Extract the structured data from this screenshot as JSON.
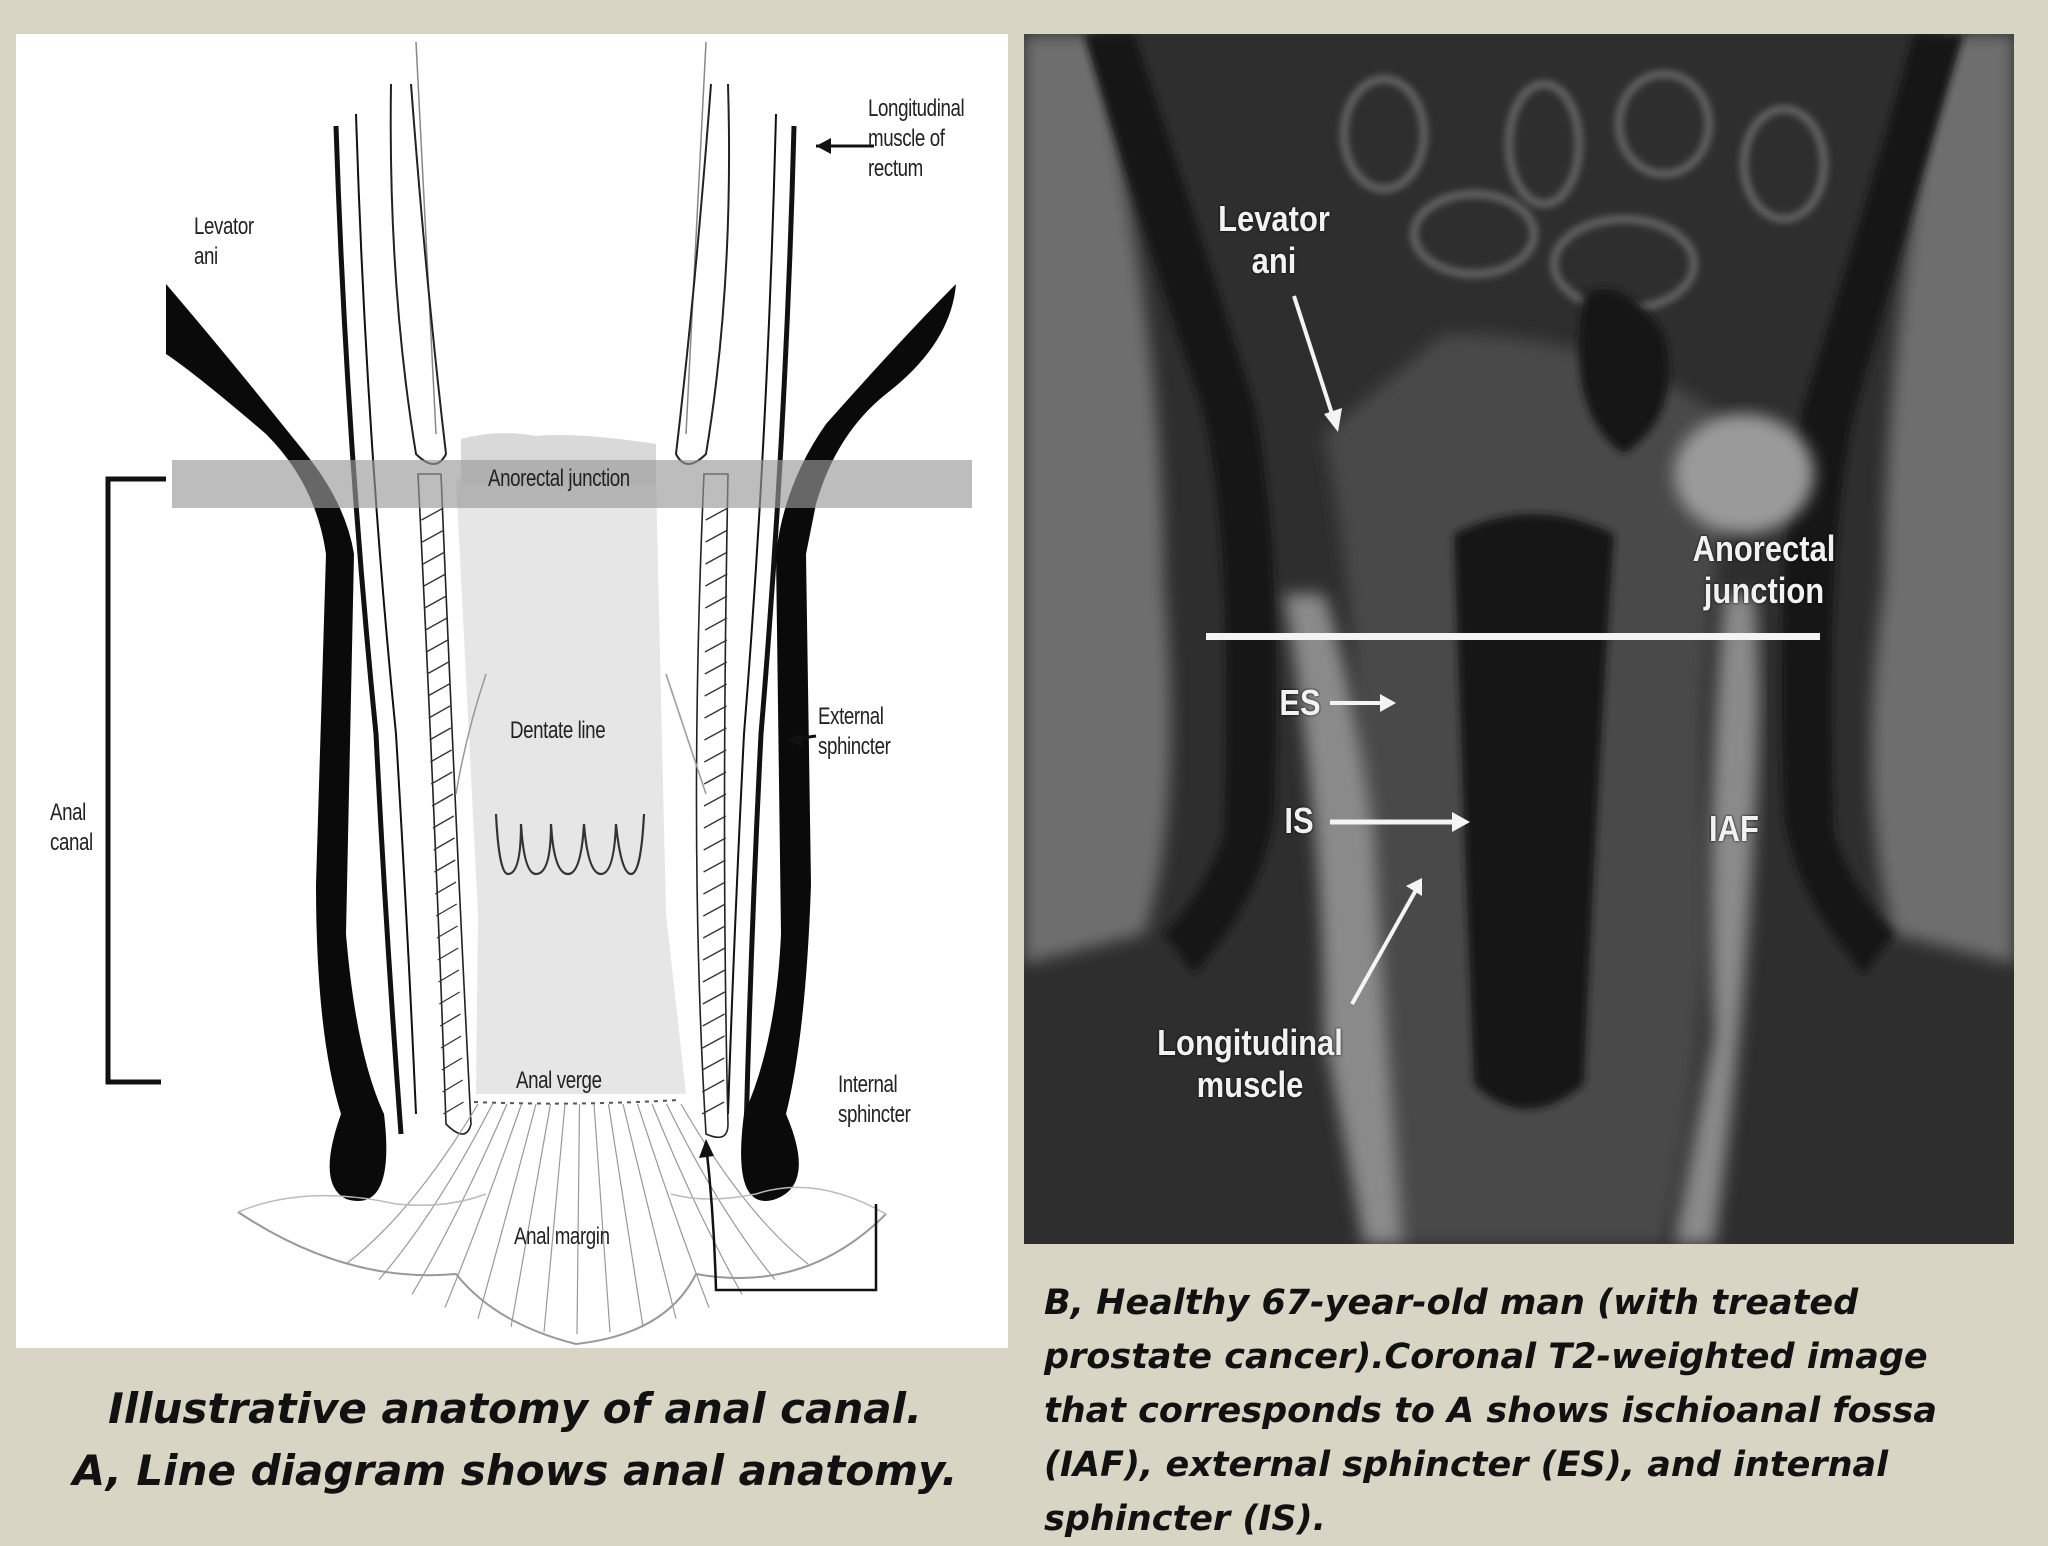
{
  "diagram": {
    "labels": {
      "levator_ani": "Levator\nani",
      "longitudinal_muscle_rectum": "Longitudinal\nmuscle of\nrectum",
      "anorectal_junction": "Anorectal junction",
      "dentate_line": "Dentate line",
      "external_sphincter": "External\nsphincter",
      "anal_canal": "Anal\ncanal",
      "anal_verge": "Anal verge",
      "internal_sphincter": "Internal\nsphincter",
      "anal_margin": "Anal margin"
    }
  },
  "mri": {
    "labels": {
      "levator_ani": "Levator\nani",
      "anorectal_junction": "Anorectal\njunction",
      "es": "ES",
      "is": "IS",
      "iaf": "IAF",
      "longitudinal_muscle": "Longitudinal\nmuscle"
    }
  },
  "captions": {
    "a": "Illustrative anatomy of anal canal.\nA, Line diagram shows anal anatomy.",
    "b": "B, Healthy 67-year-old man (with treated prostate cancer).Coronal T2-weighted image that corresponds to A shows ischioanal fossa (IAF), external sphincter (ES), and internal sphincter (IS)."
  },
  "colors": {
    "background": "#d8d5c4",
    "diagram_bg": "#ffffff",
    "mri_bg": "#2b2b2b"
  }
}
